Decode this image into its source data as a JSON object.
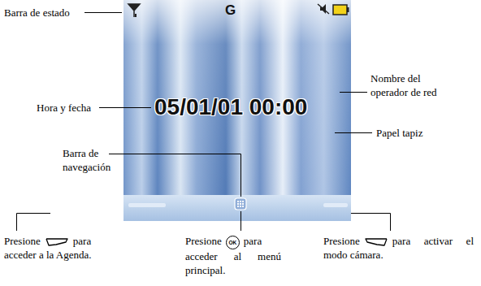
{
  "diagram": {
    "labels": [
      "Barra de estado",
      "G",
      "Nombre del operador de red",
      "Hora y fecha",
      "05/01/01 00:00",
      "Papel tapiz",
      "Barra de navegación",
      "Presione",
      "para acceder a la Agenda.",
      "Presione",
      "OK",
      "para acceder al menú principal.",
      "Presione",
      "para activar el modo cámara."
    ]
  }
}
